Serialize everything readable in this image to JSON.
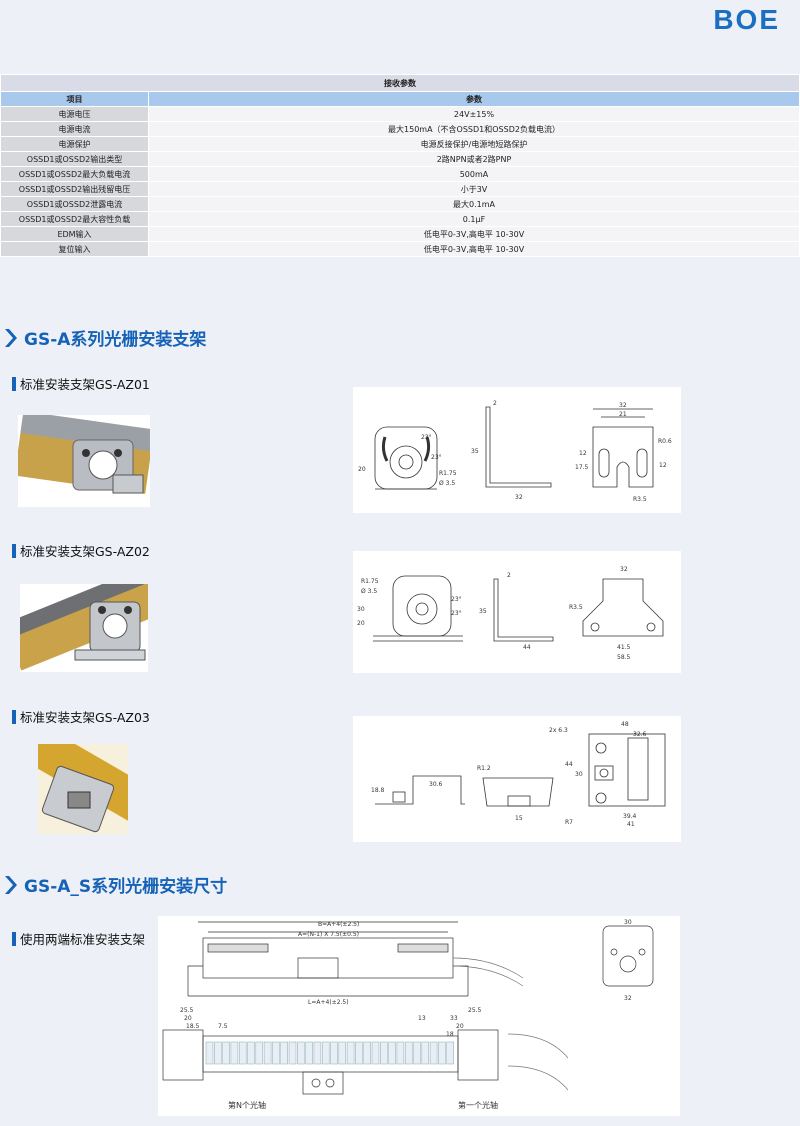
{
  "brand": {
    "logo": "BOE"
  },
  "spec_table": {
    "title": "接收参数",
    "headers": [
      "项目",
      "参数"
    ],
    "rows": [
      [
        "电源电压",
        "24V±15%"
      ],
      [
        "电源电流",
        "最大150mA（不含OSSD1和OSSD2负载电流）"
      ],
      [
        "电源保护",
        "电源反接保护/电源地短路保护"
      ],
      [
        "OSSD1或OSSD2输出类型",
        "2路NPN或者2路PNP"
      ],
      [
        "OSSD1或OSSD2最大负载电流",
        "500mA"
      ],
      [
        "OSSD1或OSSD2输出残留电压",
        "小于3V"
      ],
      [
        "OSSD1或OSSD2泄露电流",
        "最大0.1mA"
      ],
      [
        "OSSD1或OSSD2最大容性负载",
        "0.1μF"
      ],
      [
        "EDM输入",
        "低电平0-3V,高电平 10-30V"
      ],
      [
        "复位输入",
        "低电平0-3V,高电平 10-30V"
      ]
    ]
  },
  "section1": {
    "title": "GS-A系列光栅安装支架",
    "items": [
      {
        "label": "标准安装支架GS-AZ01"
      },
      {
        "label": "标准安装支架GS-AZ02"
      },
      {
        "label": "标准安装支架GS-AZ03"
      }
    ]
  },
  "section2": {
    "title": "GS-A_S系列光栅安装尺寸",
    "items": [
      {
        "label": "使用两端标准安装支架"
      }
    ]
  },
  "dims": {
    "az01": {
      "d2": "2",
      "d32a": "32",
      "d21": "21",
      "d20": "20",
      "d35": "35",
      "d32b": "32",
      "d12a": "12",
      "d12b": "12",
      "d175": "17.5",
      "r175": "R1.75",
      "phi35": "Ø 3.5",
      "r6": "R0.6",
      "r35": "R3.5",
      "a23a": "23°",
      "a23b": "23°"
    },
    "az02": {
      "r175": "R1.75",
      "phi35": "Ø 3.5",
      "d30": "30",
      "d20": "20",
      "d2": "2",
      "d35": "35",
      "d44": "44",
      "d32": "32",
      "r35": "R3.5",
      "d415": "41.5",
      "d585": "58.5",
      "a23a": "23°",
      "a23b": "23°"
    },
    "az03": {
      "d63": "2x  6.3",
      "d48": "48",
      "d326": "32.6",
      "d44": "44",
      "d30": "30",
      "r12": "R1.2",
      "d188": "18.8",
      "d306": "30.6",
      "d15": "15",
      "d394": "39.4",
      "d41": "41",
      "r7": "R7"
    },
    "mount": {
      "b": "B=A+4(±2.5)",
      "a": "A=(N-1) X 7.5(±0.5)",
      "l": "L=A+4(±2.5)",
      "d255a": "25.5",
      "d20": "20",
      "d185": "18.5",
      "d75": "7.5",
      "d255b": "25.5",
      "d13": "13",
      "d33": "33",
      "d20b": "20",
      "d18": "18",
      "d32": "32",
      "d30": "30",
      "axis_n": "第N个光轴",
      "axis_1": "第一个光轴"
    }
  }
}
